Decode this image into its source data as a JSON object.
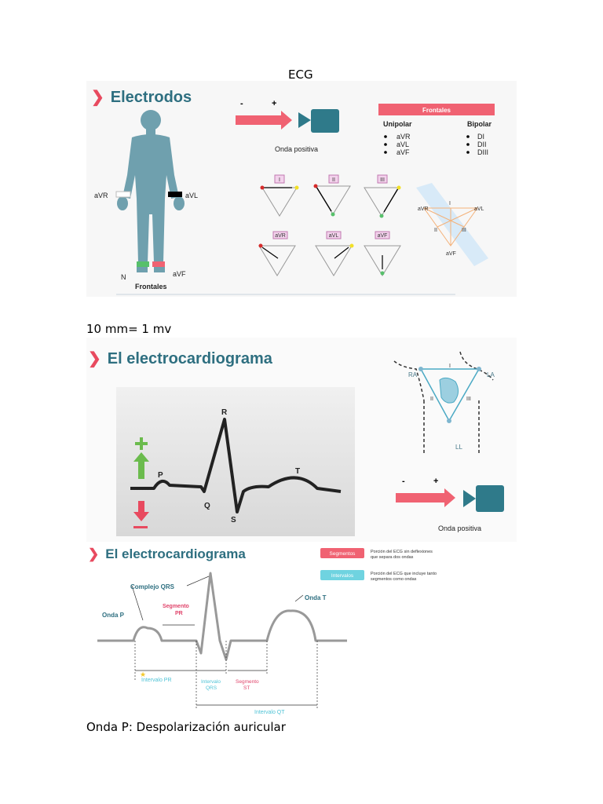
{
  "doc": {
    "title": "ECG",
    "scale_note": "10 mm= 1 mv",
    "caption": "Onda P: Despolarización auricular"
  },
  "panel1": {
    "title": "Electrodos",
    "label_avr": "aVR",
    "label_avl": "aVL",
    "label_avf": "aVF",
    "label_n": "N",
    "label_frontales_bottom": "Frontales",
    "minus": "-",
    "plus": "+",
    "onda_positiva": "Onda positiva",
    "frontales_header": "Frontales",
    "unipolar_title": "Unipolar",
    "unipolar_items": [
      "aVR",
      "aVL",
      "aVF"
    ],
    "bipolar_title": "Bipolar",
    "bipolar_items": [
      "DI",
      "DII",
      "DIII"
    ],
    "tri_labels": [
      "I",
      "II",
      "III"
    ],
    "aug_labels": [
      "aVR",
      "aVL",
      "aVF"
    ],
    "hex_labels": {
      "avr": "aVR",
      "avl": "aVL",
      "avf": "aVF",
      "i": "I",
      "ii": "II",
      "iii": "III"
    }
  },
  "panel2": {
    "title": "El electrocardiograma",
    "wave_labels": {
      "p": "P",
      "q": "Q",
      "r": "R",
      "s": "S",
      "t": "T"
    },
    "torso_labels": {
      "ra": "RA",
      "la": "LA",
      "ll": "LL",
      "i": "I",
      "ii": "II",
      "iii": "III"
    },
    "minus": "-",
    "plus": "+",
    "onda_positiva": "Onda positiva"
  },
  "panel3": {
    "title": "El electrocardiograma",
    "labels": {
      "complejo_qrs": "Complejo QRS",
      "onda_p": "Onda P",
      "segmento_pr": "Segmento\nPR",
      "onda_t": "Onda T",
      "intervalo_pr": "Intervalo PR",
      "intervalo_qrs": "Intervalo\nQRS",
      "segmento_st": "Segmento\nST",
      "intervalo_qt": "Intervalo QT"
    },
    "legend": {
      "segmentos": "Segmentos",
      "segmentos_desc_1": "Porción del ECG sin deflexiones",
      "segmentos_desc_2": "que separa dos ondas",
      "intervalos": "Intervalos",
      "intervalos_desc_1": "Porción del ECG que incluye tanto",
      "intervalos_desc_2": "segmentos como ondas"
    }
  },
  "colors": {
    "teal": "#2e6f80",
    "figure": "#6fa0ae",
    "accent_red": "#f06272",
    "accent_cyan": "#6fd3e0",
    "camera": "#2f7a8a",
    "pink_label": "#e0436a"
  }
}
